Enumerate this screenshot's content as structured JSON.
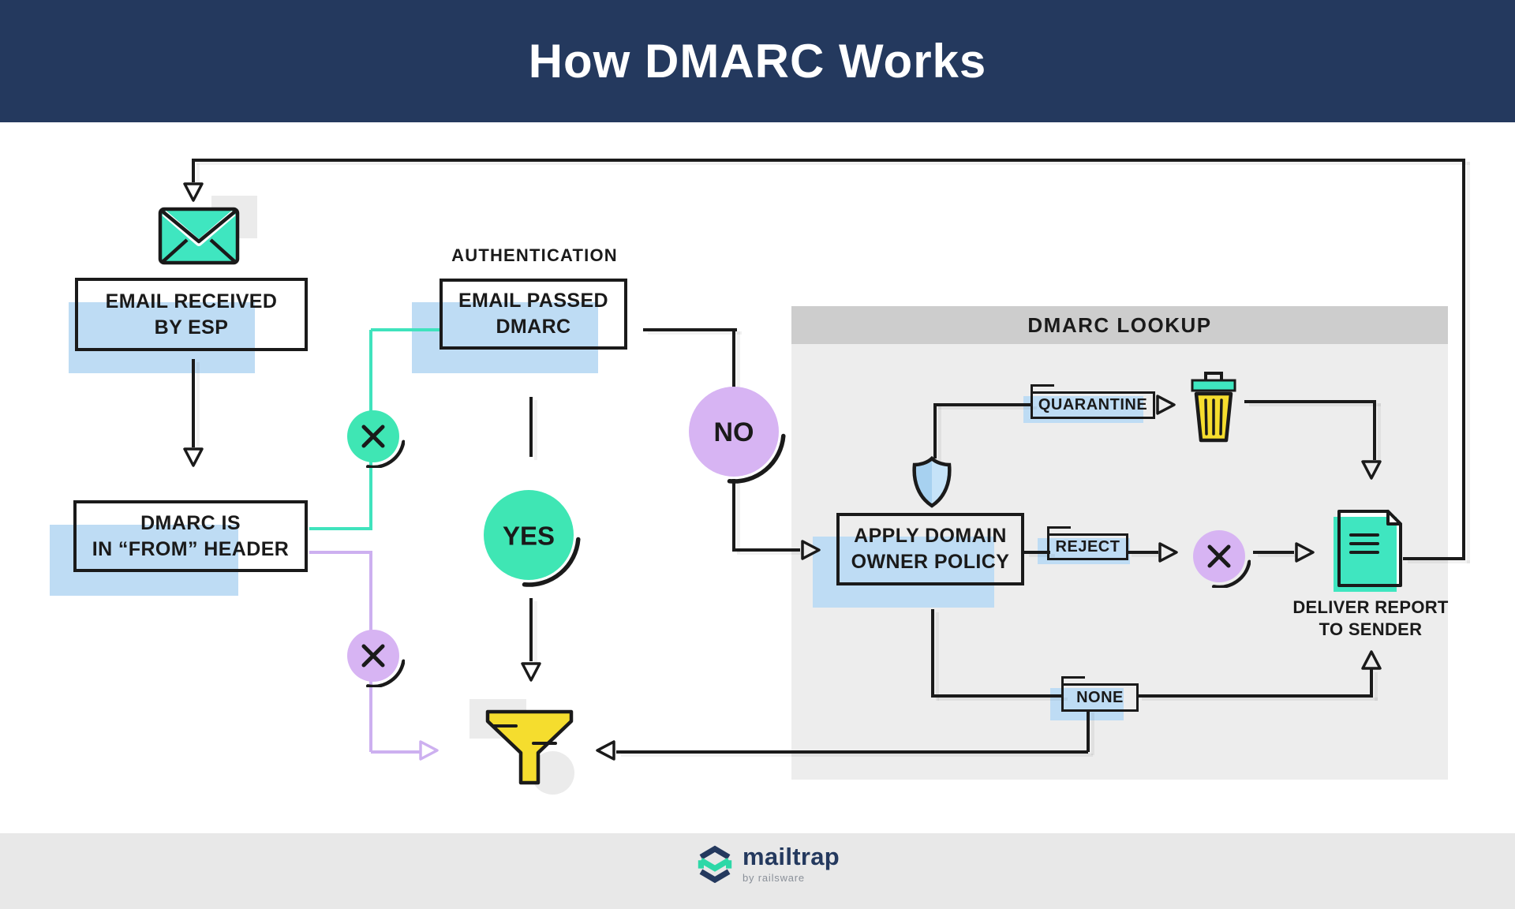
{
  "header": {
    "title": "How DMARC Works"
  },
  "flow": {
    "authentication_label": "AUTHENTICATION",
    "boxes": {
      "email_received": {
        "line1": "EMAIL RECEIVED",
        "line2": "BY ESP"
      },
      "dmarc_in_from_header": {
        "line1": "DMARC IS",
        "line2": "IN “FROM” HEADER"
      },
      "email_passed_dmarc": {
        "line1": "EMAIL PASSED",
        "line2": "DMARC"
      },
      "apply_domain_owner_policy": {
        "line1": "APPLY DOMAIN",
        "line2": "OWNER POLICY"
      },
      "deliver_report_to_sender": {
        "line1": "DELIVER REPORT",
        "line2": "TO SENDER"
      }
    },
    "decisions": {
      "yes": "YES",
      "no": "NO"
    },
    "policy_labels": {
      "quarantine": "QUARANTINE",
      "reject": "REJECT",
      "none": "NONE"
    },
    "panel": {
      "title": "DMARC LOOKUP"
    }
  },
  "footer": {
    "brand": "mailtrap",
    "byline": "by railsware"
  },
  "colors": {
    "header_bg": "#24395E",
    "teal": "#3FE6BC",
    "purple": "#D7B4F3",
    "purple_line": "#CDB0F0",
    "light_blue": "#BEDCF4",
    "yellow": "#F5DD2E",
    "panel_bg": "#EDEDED",
    "panel_titlebar": "#CDCDCD",
    "footer_bg": "#E8E8E8",
    "line": "#1A1A1A"
  },
  "icons": {
    "envelope": "envelope-icon",
    "shield": "shield-icon",
    "trash": "trash-icon",
    "funnel": "funnel-icon",
    "report_document": "report-document-icon",
    "fail_cross": "x-mark-icon",
    "brand_logo": "mailtrap-logo-icon"
  }
}
